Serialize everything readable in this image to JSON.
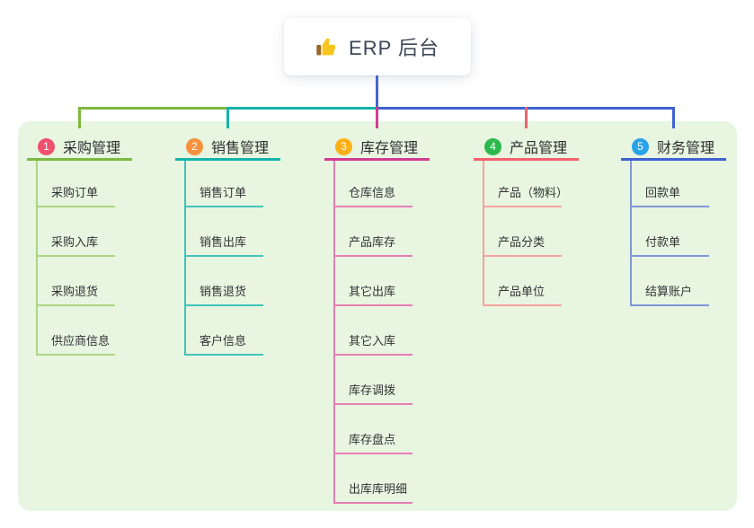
{
  "root": {
    "label": "ERP 后台",
    "icon": "thumbs-up-icon"
  },
  "colors": {
    "panel_bg": "#e7f5e1",
    "root_connector": "#4466d0",
    "root_text": "#3d4656"
  },
  "branches": [
    {
      "badge": "1",
      "label": "采购管理",
      "badge_color": "#f0506e",
      "line_color": "#7eb93f",
      "child_line_color": "#abd583",
      "children": [
        "采购订单",
        "采购入库",
        "采购退货",
        "供应商信息"
      ]
    },
    {
      "badge": "2",
      "label": "销售管理",
      "badge_color": "#f7913d",
      "line_color": "#14b3aa",
      "child_line_color": "#43c3b9",
      "children": [
        "销售订单",
        "销售出库",
        "销售退货",
        "客户信息"
      ]
    },
    {
      "badge": "3",
      "label": "库存管理",
      "badge_color": "#fbb017",
      "line_color": "#d23c92",
      "child_line_color": "#e77eb3",
      "children": [
        "仓库信息",
        "产品库存",
        "其它出库",
        "其它入库",
        "库存调拨",
        "库存盘点",
        "出库库明细"
      ]
    },
    {
      "badge": "4",
      "label": "产品管理",
      "badge_color": "#2cb84b",
      "line_color": "#f4606c",
      "child_line_color": "#f8a29d",
      "children": [
        "产品（物料）",
        "产品分类",
        "产品单位"
      ]
    },
    {
      "badge": "5",
      "label": "财务管理",
      "badge_color": "#28a3e8",
      "line_color": "#3f62d2",
      "child_line_color": "#8197d8",
      "children": [
        "回款单",
        "付款单",
        "结算账户"
      ]
    }
  ]
}
